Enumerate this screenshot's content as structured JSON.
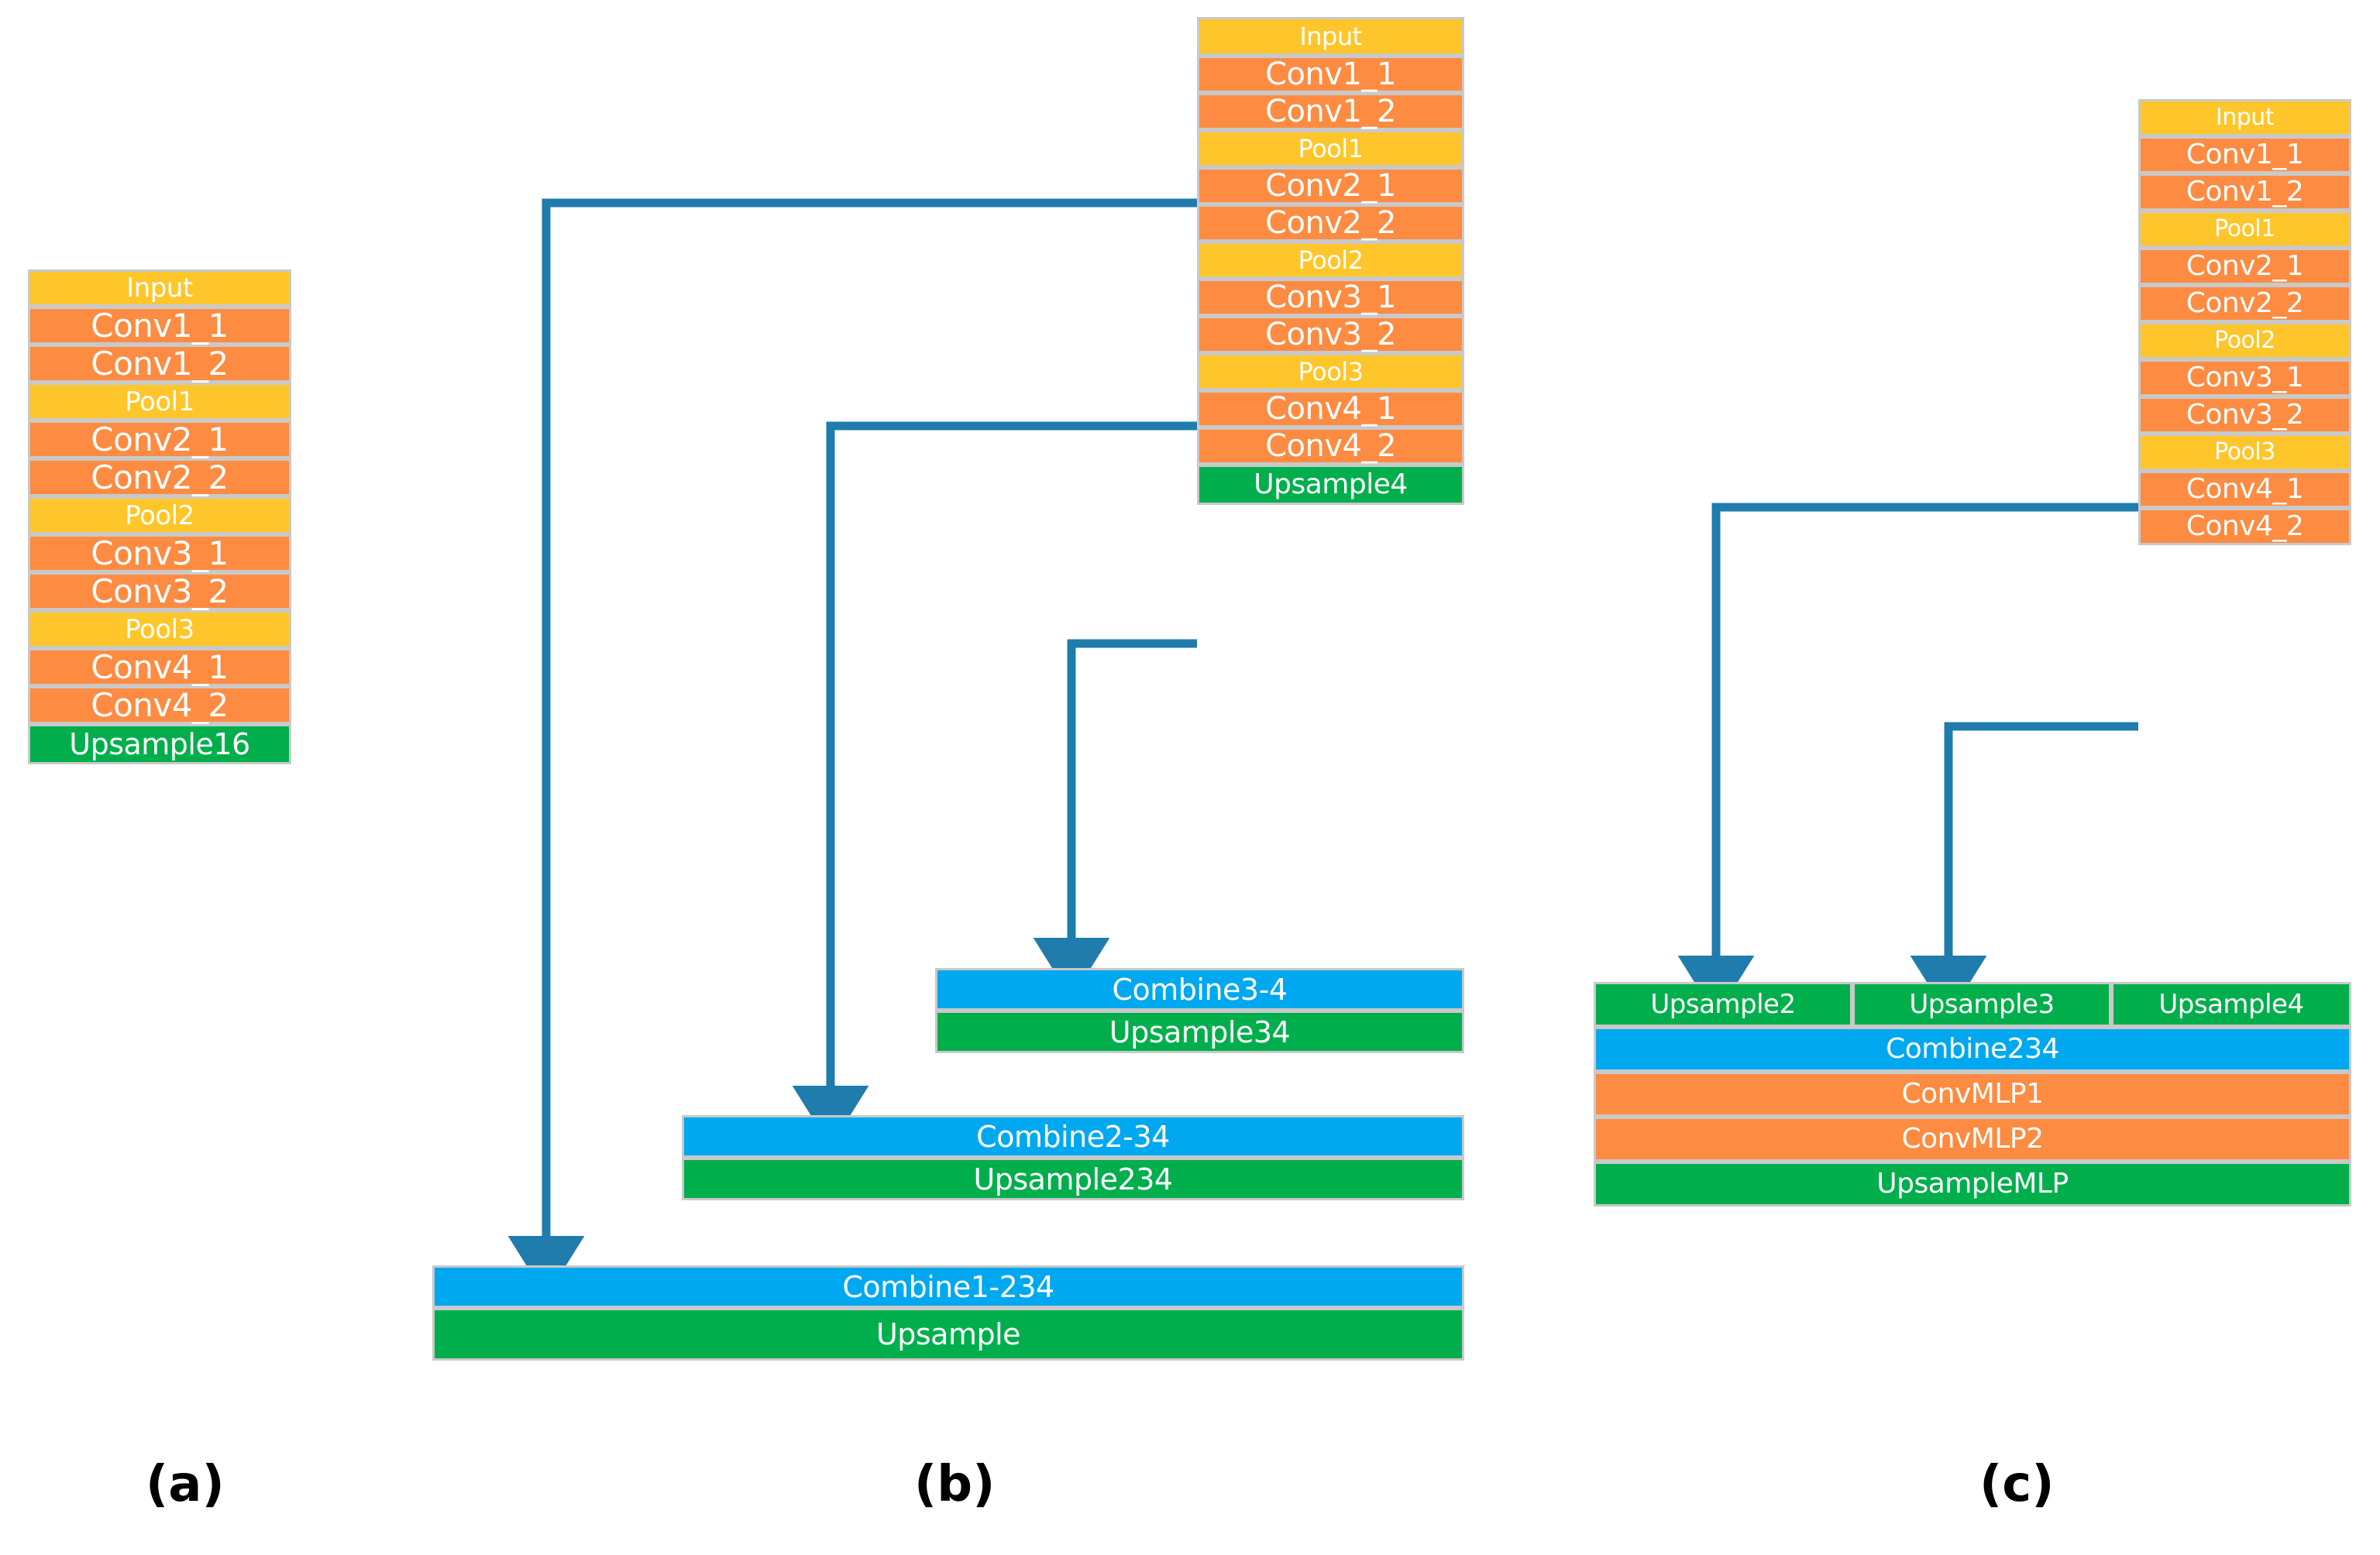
{
  "figure": {
    "title": "",
    "background": "#ffffff",
    "palette": {
      "input_pool": "#FFC62B",
      "conv": "#FD8B41",
      "upsample": "#00AF4C",
      "combine": "#00A8EF",
      "arrow": "#1F7CAD",
      "border": "#c9c9c9",
      "text": "#ffffff",
      "label": "#000000"
    }
  },
  "panels": [
    {
      "id": "a",
      "label": "(a)",
      "blocks": [
        {
          "label": "Input",
          "kind": "input"
        },
        {
          "label": "Conv1_1",
          "kind": "conv"
        },
        {
          "label": "Conv1_2",
          "kind": "conv"
        },
        {
          "label": "Pool1",
          "kind": "pool"
        },
        {
          "label": "Conv2_1",
          "kind": "conv"
        },
        {
          "label": "Conv2_2",
          "kind": "conv"
        },
        {
          "label": "Pool2",
          "kind": "pool"
        },
        {
          "label": "Conv3_1",
          "kind": "conv"
        },
        {
          "label": "Conv3_2",
          "kind": "conv"
        },
        {
          "label": "Pool3",
          "kind": "pool"
        },
        {
          "label": "Conv4_1",
          "kind": "conv"
        },
        {
          "label": "Conv4_2",
          "kind": "conv"
        },
        {
          "label": "Upsample16",
          "kind": "upsample"
        }
      ]
    },
    {
      "id": "b",
      "label": "(b)",
      "blocks": [
        {
          "label": "Input",
          "kind": "input"
        },
        {
          "label": "Conv1_1",
          "kind": "conv"
        },
        {
          "label": "Conv1_2",
          "kind": "conv"
        },
        {
          "label": "Pool1",
          "kind": "pool"
        },
        {
          "label": "Conv2_1",
          "kind": "conv"
        },
        {
          "label": "Conv2_2",
          "kind": "conv"
        },
        {
          "label": "Pool2",
          "kind": "pool"
        },
        {
          "label": "Conv3_1",
          "kind": "conv"
        },
        {
          "label": "Conv3_2",
          "kind": "conv"
        },
        {
          "label": "Pool3",
          "kind": "pool"
        },
        {
          "label": "Conv4_1",
          "kind": "conv"
        },
        {
          "label": "Conv4_2",
          "kind": "conv"
        },
        {
          "label": "Upsample4",
          "kind": "upsample"
        }
      ],
      "steps": [
        {
          "label": "Combine3-4",
          "kind": "combine"
        },
        {
          "label": "Upsample34",
          "kind": "upsample"
        },
        {
          "label": "Combine2-34",
          "kind": "combine"
        },
        {
          "label": "Upsample234",
          "kind": "upsample"
        },
        {
          "label": "Combine1-234",
          "kind": "combine"
        },
        {
          "label": "Upsample",
          "kind": "upsample"
        }
      ],
      "skip_connections": [
        {
          "from": "Conv1_2",
          "to": "Combine1-234"
        },
        {
          "from": "Conv2_2",
          "to": "Combine2-34"
        },
        {
          "from": "Conv3_2",
          "to": "Combine3-4"
        }
      ]
    },
    {
      "id": "c",
      "label": "(c)",
      "blocks": [
        {
          "label": "Input",
          "kind": "input"
        },
        {
          "label": "Conv1_1",
          "kind": "conv"
        },
        {
          "label": "Conv1_2",
          "kind": "conv"
        },
        {
          "label": "Pool1",
          "kind": "pool"
        },
        {
          "label": "Conv2_1",
          "kind": "conv"
        },
        {
          "label": "Conv2_2",
          "kind": "conv"
        },
        {
          "label": "Pool2",
          "kind": "pool"
        },
        {
          "label": "Conv3_1",
          "kind": "conv"
        },
        {
          "label": "Conv3_2",
          "kind": "conv"
        },
        {
          "label": "Pool3",
          "kind": "pool"
        },
        {
          "label": "Conv4_1",
          "kind": "conv"
        },
        {
          "label": "Conv4_2",
          "kind": "conv"
        }
      ],
      "upsample_row": [
        {
          "label": "Upsample2",
          "kind": "upsample"
        },
        {
          "label": "Upsample3",
          "kind": "upsample"
        },
        {
          "label": "Upsample4",
          "kind": "upsample"
        }
      ],
      "tail": [
        {
          "label": "Combine234",
          "kind": "combine"
        },
        {
          "label": "ConvMLP1",
          "kind": "conv"
        },
        {
          "label": "ConvMLP2",
          "kind": "conv"
        },
        {
          "label": "UpsampleMLP",
          "kind": "upsample"
        }
      ],
      "skip_connections": [
        {
          "from": "Conv2_2",
          "to": "Upsample2"
        },
        {
          "from": "Conv3_2",
          "to": "Upsample3"
        }
      ]
    }
  ]
}
